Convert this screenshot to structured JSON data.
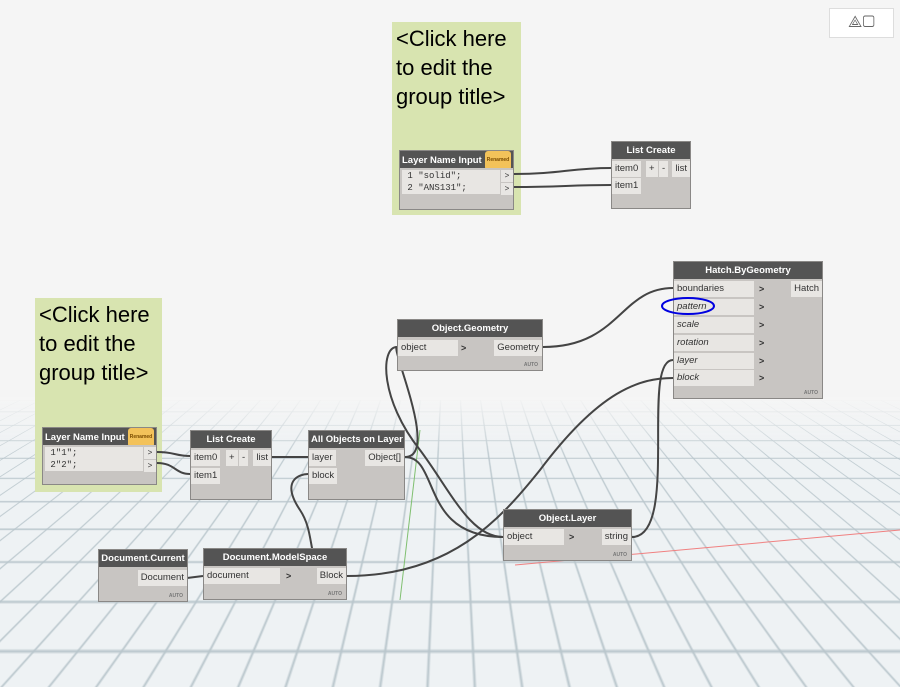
{
  "groups": [
    {
      "title": "<Click here to edit the group title>"
    },
    {
      "title": "<Click here to edit the group title>"
    }
  ],
  "badge": "Renamed",
  "auto": "AUTO",
  "layer_input_1": {
    "title": "Layer Name Input",
    "lines": [
      {
        "n": "1",
        "code": "\"solid\";"
      },
      {
        "n": "2",
        "code": "\"ANS131\";"
      }
    ],
    "out": ">"
  },
  "layer_input_2": {
    "title": "Layer Name Input",
    "lines": [
      {
        "n": "1",
        "code": "\"1\";"
      },
      {
        "n": "2",
        "code": "\"2\";"
      }
    ],
    "out": ">"
  },
  "list_create": {
    "title": "List Create",
    "in0": "item0",
    "in1": "item1",
    "plus": "+",
    "minus": "-",
    "out": "list"
  },
  "all_objects": {
    "title": "All Objects on Layer",
    "in0": "layer",
    "in1": "block",
    "out": "Object[]"
  },
  "object_geometry": {
    "title": "Object.Geometry",
    "in0": "object",
    "out": "Geometry"
  },
  "hatch": {
    "title": "Hatch.ByGeometry",
    "inputs": [
      "boundaries",
      "pattern",
      "scale",
      "rotation",
      "layer",
      "block"
    ],
    "out": "Hatch"
  },
  "object_layer": {
    "title": "Object.Layer",
    "in0": "object",
    "out": "string"
  },
  "doc_current": {
    "title": "Document.Current",
    "out": "Document"
  },
  "doc_modelspace": {
    "title": "Document.ModelSpace",
    "in0": "document",
    "out": "Block"
  },
  "chevron": ">"
}
